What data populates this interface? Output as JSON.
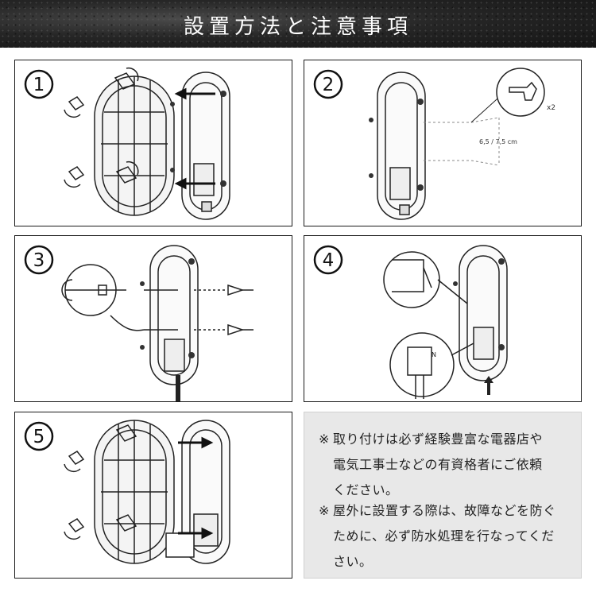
{
  "header": {
    "title": "設置方法と注意事項"
  },
  "steps": [
    {
      "number": "1"
    },
    {
      "number": "2",
      "dimension": "6,5 / 7,5 cm",
      "multiplier": "x2"
    },
    {
      "number": "3"
    },
    {
      "number": "4",
      "terminal_label": "N"
    },
    {
      "number": "5"
    }
  ],
  "notes": [
    {
      "mark": "※",
      "lines": [
        "取り付けは必ず経験豊富な電器店や",
        "電気工事士などの有資格者にご依頼",
        "ください。"
      ]
    },
    {
      "mark": "※",
      "lines": [
        "屋外に設置する際は、故障などを防ぐ",
        "ために、必ず防水処理を行なってくだ",
        "さい。"
      ]
    }
  ]
}
